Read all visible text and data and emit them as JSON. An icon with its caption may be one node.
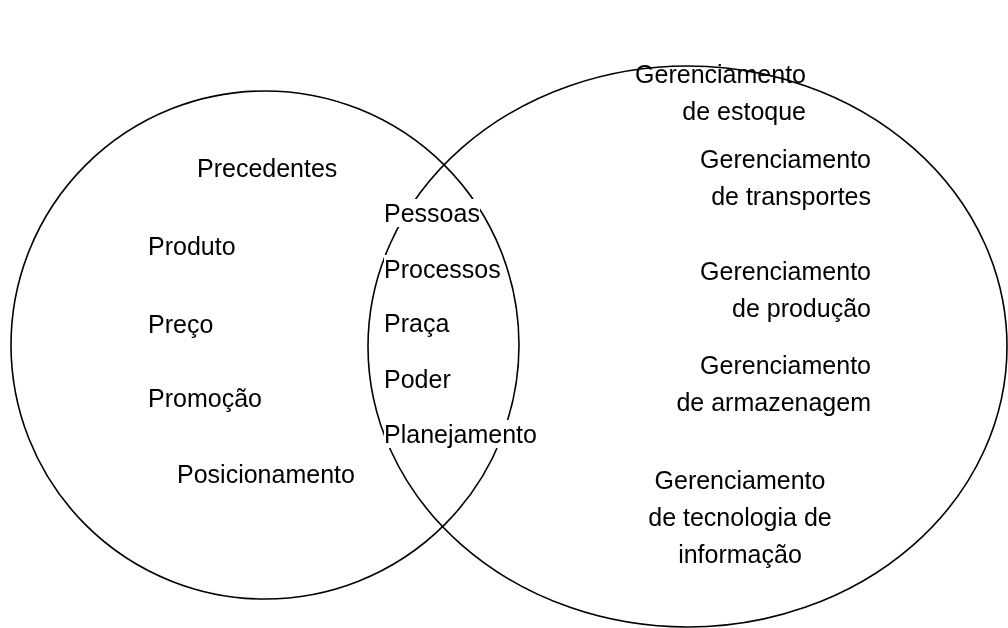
{
  "diagram": {
    "nodes": [
      {
        "text": [
          "Precedentes",
          "Produto",
          "Preço",
          "Promoção",
          "Posicionamento"
        ]
      },
      {
        "text": [
          "Gerenciamento de estoque",
          "Gerenciamento de transportes",
          "Gerenciamento de produção",
          "Gerenciamento de armazenagem",
          "Gerenciamento de tecnologia de informação"
        ]
      }
    ],
    "labels": [
      "Pessoas",
      "Processos",
      "Praça",
      "Poder",
      "Planejamento"
    ]
  }
}
